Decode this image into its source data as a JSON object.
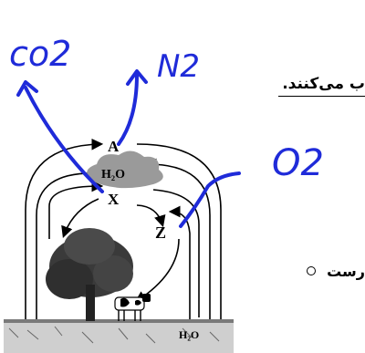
{
  "diagram": {
    "labels": {
      "a": "A",
      "x": "X",
      "z": "Z",
      "cloud_water": "H₂O",
      "ground_water": "H₂O"
    }
  },
  "question": {
    "fragment_1": "ب می‌کنند.",
    "fragment_2": "رست"
  },
  "handwriting": {
    "note_a": "co2",
    "note_b": "N2",
    "note_z": "O2"
  },
  "colors": {
    "ink": "#1f2bd9",
    "print": "#000000",
    "tree": "#3a3a3a",
    "cloud": "#9a9a9a"
  }
}
